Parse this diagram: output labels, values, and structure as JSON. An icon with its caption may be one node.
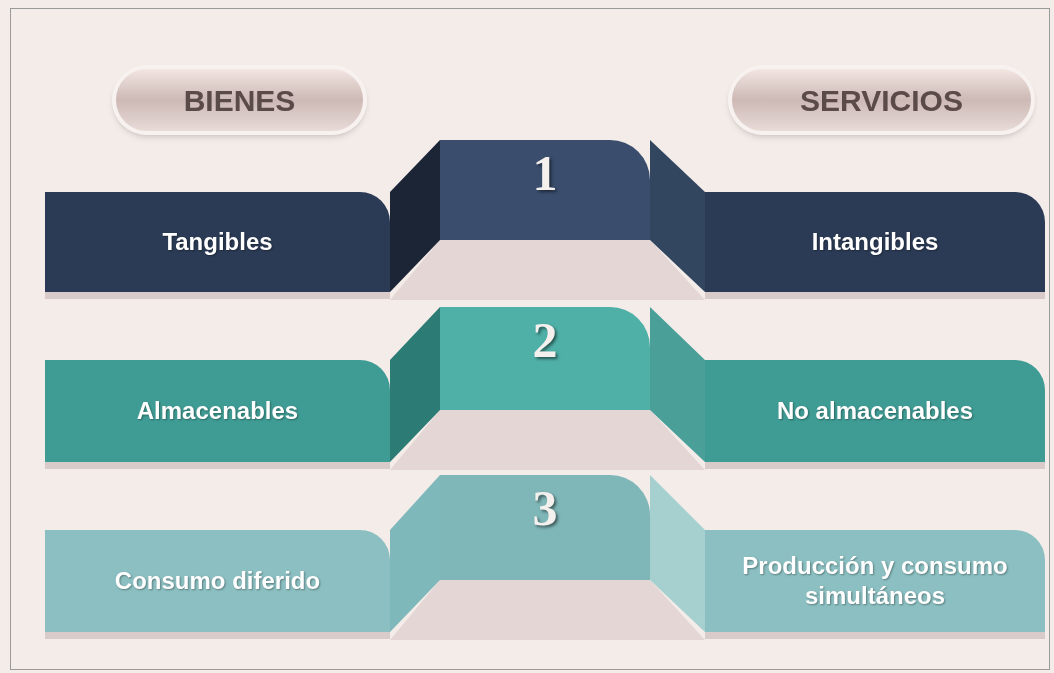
{
  "diagram": {
    "nodes": [
      {
        "text": [
          "BIENES"
        ]
      },
      {
        "text": [
          "SERVICIOS"
        ]
      },
      {
        "text": [
          "Tangibles"
        ]
      },
      {
        "text": [
          "1"
        ]
      },
      {
        "text": [
          "Intangibles"
        ]
      },
      {
        "text": [
          "Almacenables"
        ]
      },
      {
        "text": [
          "2"
        ]
      },
      {
        "text": [
          "No almacenables"
        ]
      },
      {
        "text": [
          "Consumo diferido"
        ]
      },
      {
        "text": [
          "3"
        ]
      },
      {
        "text": [
          "Producción y consumo simultáneos"
        ]
      }
    ]
  }
}
